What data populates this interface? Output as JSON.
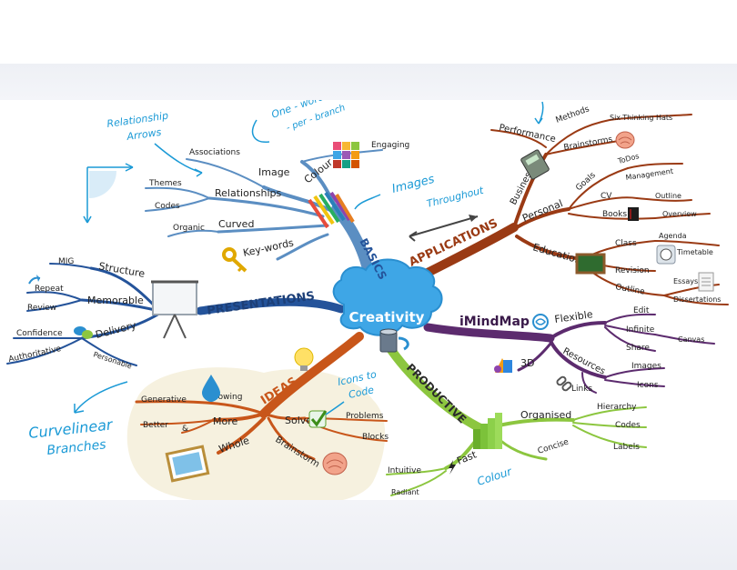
{
  "colors": {
    "basics": "#5b8ec2",
    "applications": "#9a3a14",
    "imindmap": "#5c2b6e",
    "productive": "#8cc63f",
    "ideas": "#c8561a",
    "presentations": "#24539a",
    "annotation": "#1b9ad6",
    "cloud": "#3ea6e6",
    "ideas_blob": "#f6f1df"
  },
  "center": {
    "label": "Creativity"
  },
  "basics": {
    "label": "BASICS",
    "colour": {
      "label": "Colour",
      "child": "Engaging"
    },
    "image": {
      "label": "Image",
      "child": "Associations"
    },
    "relationships": {
      "label": "Relationships",
      "children": [
        "Themes",
        "Codes"
      ]
    },
    "curved": {
      "label": "Curved",
      "child": "Organic"
    },
    "keywords": {
      "label": "Key-words"
    }
  },
  "applications": {
    "label": "APPLICATIONS",
    "performance": {
      "label": "Performance"
    },
    "business": {
      "label": "Business"
    },
    "methods": {
      "label": "Methods",
      "child": "Six-Thinking Hats"
    },
    "brainstorms": {
      "label": "Brainstorms"
    },
    "personal": {
      "label": "Personal"
    },
    "goals": {
      "label": "Goals",
      "children": [
        "ToDos",
        "Management"
      ]
    },
    "cv": {
      "label": "CV",
      "child": "Outline"
    },
    "books": {
      "label": "Books",
      "child": "Overview"
    },
    "education": {
      "label": "Education"
    },
    "class": {
      "label": "Class",
      "children": [
        "Agenda",
        "Timetable"
      ]
    },
    "revision": {
      "label": "Revision"
    },
    "outline": {
      "label": "Outline",
      "children": [
        "Essays",
        "Dissertations"
      ]
    }
  },
  "imindmap": {
    "label": "iMindMap",
    "flexible": {
      "label": "Flexible",
      "children": [
        "Edit",
        "Infinite",
        "Canvas",
        "Share"
      ]
    },
    "resources": {
      "label": "Resources",
      "children": [
        "Images",
        "Icons",
        "Links"
      ]
    },
    "threed": {
      "label": "3D"
    }
  },
  "productive": {
    "label": "PRODUCTIVE",
    "organised": {
      "label": "Organised",
      "children": [
        "Hierarchy",
        "Codes",
        "Labels"
      ]
    },
    "concise": {
      "label": "Concise"
    },
    "fast": {
      "label": "Fast",
      "children": [
        "Intuitive",
        "Radiant"
      ]
    }
  },
  "ideas": {
    "label": "IDEAS",
    "more": {
      "label": "More",
      "children": [
        "Better",
        "&"
      ]
    },
    "generative": {
      "label": "Generative"
    },
    "flowing": {
      "label": "Flowing"
    },
    "solve": {
      "label": "Solve",
      "children": [
        "Problems",
        "Blocks"
      ]
    },
    "brainstorm": {
      "label": "Brainstorm"
    },
    "whole": {
      "label": "Whole"
    }
  },
  "presentations": {
    "label": "PRESENTATIONS",
    "structure": {
      "label": "Structure",
      "child": "MIG"
    },
    "memorable": {
      "label": "Memorable",
      "children": [
        "Repeat",
        "Review"
      ]
    },
    "delivery": {
      "label": "Delivery",
      "children": [
        "Confidence",
        "Authoritative",
        "Personable"
      ]
    }
  },
  "annotations": {
    "relationship_arrows": [
      "Relationship",
      "Arrows"
    ],
    "one_word": [
      "One - word",
      "- per - branch"
    ],
    "images_throughout": [
      "Images",
      "Throughout"
    ],
    "icons_to_code": [
      "Icons to",
      "Code"
    ],
    "curvelinear": [
      "Curvelinear",
      "Branches"
    ],
    "colour": "Colour"
  }
}
